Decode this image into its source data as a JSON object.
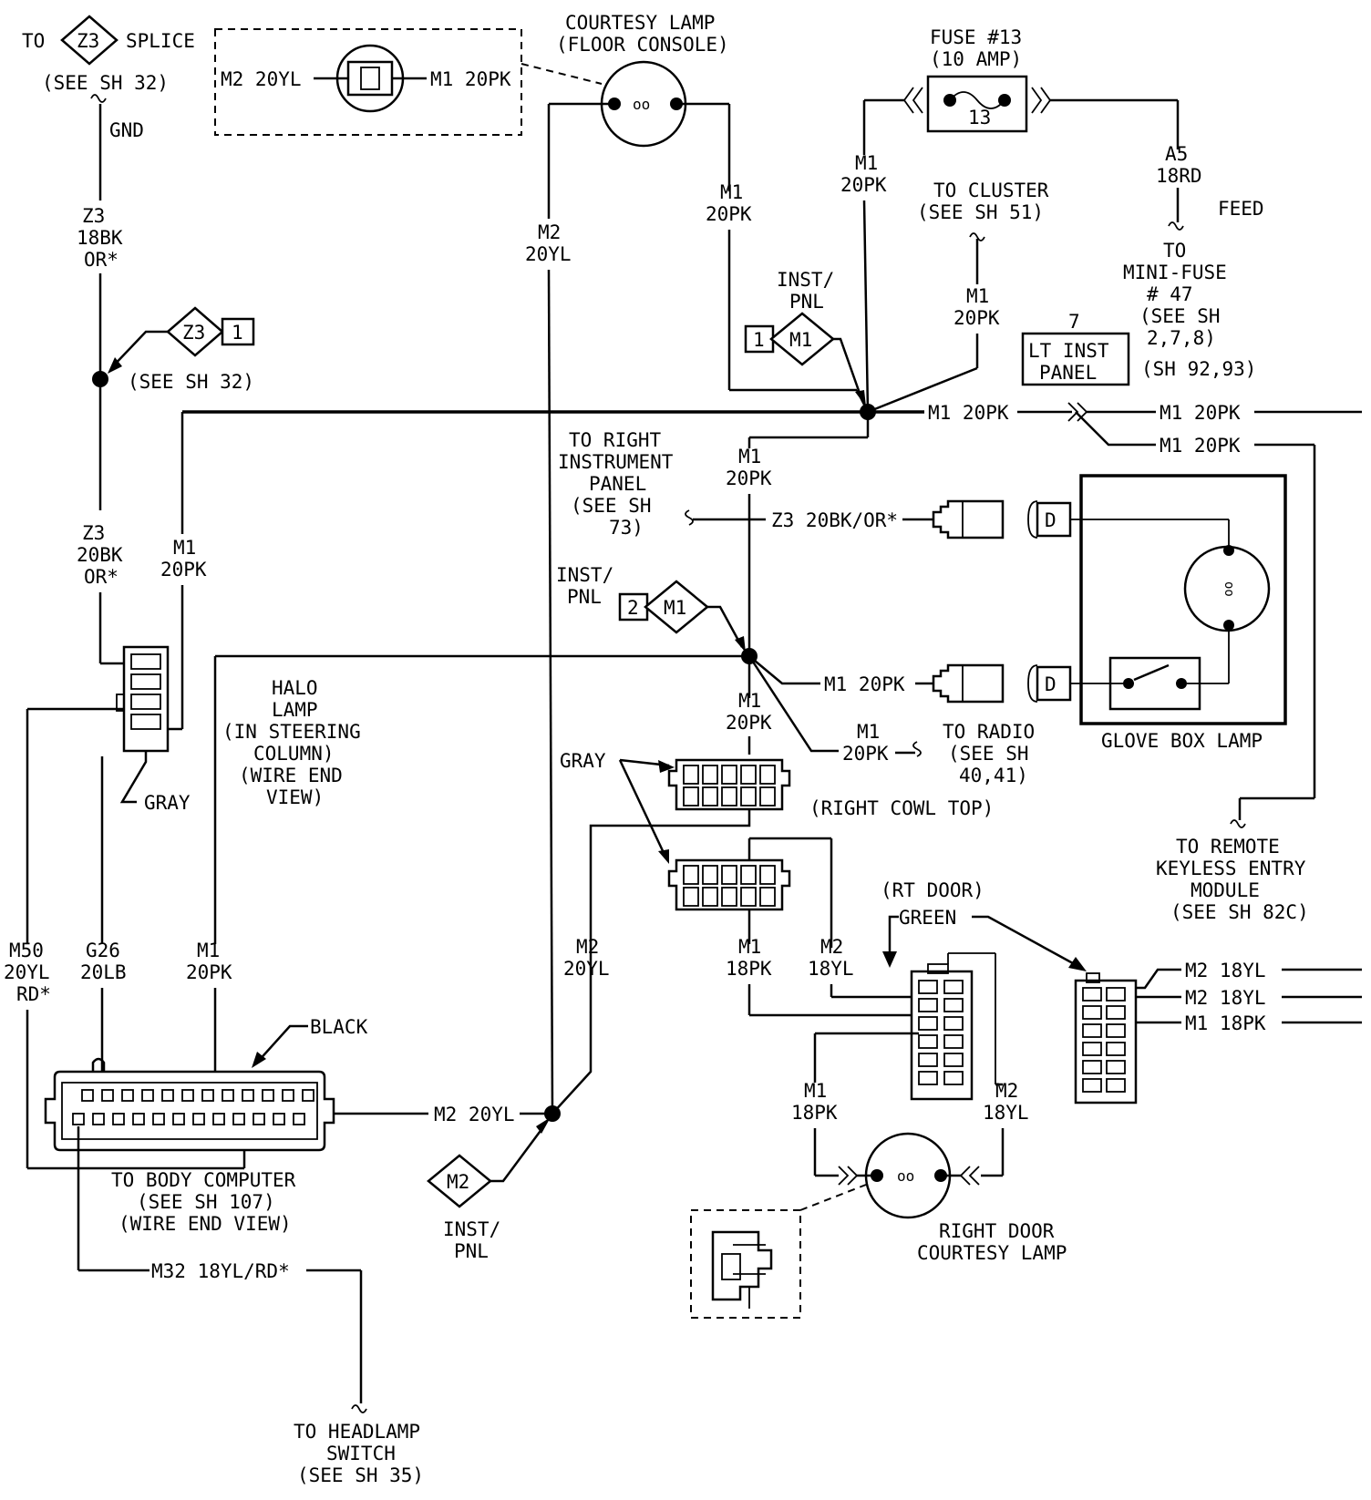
{
  "labels": {
    "to_z3_prefix": "TO",
    "z3_id": "Z3",
    "splice_label": "SPLICE",
    "see_sh32_top": "(SEE SH 32)",
    "gnd": "GND",
    "z3_18bk_1": "Z3",
    "z3_18bk_2": "18BK",
    "z3_18bk_3": "OR*",
    "z3_diamond2": "Z3",
    "z3_box2": "1",
    "see_sh32_mid": "(SEE SH 32)",
    "z3_20bk_1": "Z3",
    "z3_20bk_2": "20BK",
    "z3_20bk_3": "OR*",
    "m1_left_1": "M1",
    "m1_left_2": "20PK",
    "gray_left": "GRAY",
    "halo_1": "HALO",
    "halo_2": "LAMP",
    "halo_3": "(IN STEERING",
    "halo_4": "COLUMN)",
    "halo_5": "(WIRE END",
    "halo_6": "VIEW)",
    "m50_1": "M50",
    "m50_2": "20YL",
    "m50_3": "RD*",
    "g26_1": "G26",
    "g26_2": "20LB",
    "m1_bc_1": "M1",
    "m1_bc_2": "20PK",
    "black": "BLACK",
    "body_comp_1": "TO BODY COMPUTER",
    "body_comp_2": "(SEE SH 107)",
    "body_comp_3": "(WIRE END VIEW)",
    "m32": "M32 18YL/RD*",
    "headlamp_1": "TO HEADLAMP",
    "headlamp_2": "SWITCH",
    "headlamp_3": "(SEE SH 35)",
    "inset_left": "M2 20YL",
    "inset_right": "M1 20PK",
    "courtesy_1": "COURTESY LAMP",
    "courtesy_2": "(FLOOR CONSOLE)",
    "m2_mid_1": "M2",
    "m2_mid_2": "20YL",
    "m1_top_1": "M1",
    "m1_top_2": "20PK",
    "fuse_1": "FUSE #13",
    "fuse_2": "(10 AMP)",
    "fuse_num": "13",
    "m1_fuse_1": "M1",
    "m1_fuse_2": "20PK",
    "cluster_1": "TO CLUSTER",
    "cluster_2": "(SEE SH 51)",
    "m1_cluster_1": "M1",
    "m1_cluster_2": "20PK",
    "a5_1": "A5",
    "a5_2": "18RD",
    "feed": "FEED",
    "minifuse_1": "TO",
    "minifuse_2": "MINI-FUSE",
    "minifuse_3": "# 47",
    "minifuse_4": "(SEE SH",
    "minifuse_5": "2,7,8)",
    "inst_pnl1_1": "INST/",
    "inst_pnl1_2": "PNL",
    "box_1": "1",
    "m1_diamond1": "M1",
    "lt_num": "7",
    "lt_1": "LT INST",
    "lt_2": "PANEL",
    "sh9293": "(SH 92,93)",
    "m1_main": "M1 20PK",
    "m1_right1": "M1 20PK",
    "m1_right2": "M1 20PK",
    "rip_1": "TO RIGHT",
    "rip_2": "INSTRUMENT",
    "rip_3": "PANEL",
    "rip_4": "(SEE SH",
    "rip_5": "73)",
    "m1_vert_1": "M1",
    "m1_vert_2": "20PK",
    "z3_20bkor": "Z3 20BK/OR*",
    "inst_pnl2_1": "INST/",
    "inst_pnl2_2": "PNL",
    "box_2": "2",
    "m1_diamond2": "M1",
    "m1_glove": "M1 20PK",
    "m1_cowl_1": "M1",
    "m1_cowl_2": "20PK",
    "m1_radio_1": "M1",
    "m1_radio_2": "20PK",
    "radio_1": "TO RADIO",
    "radio_2": "(SEE SH",
    "radio_3": "40,41)",
    "d_1": "D",
    "d_2": "D",
    "glove_box": "GLOVE BOX LAMP",
    "gray_mid": "GRAY",
    "rt_cowl": "(RIGHT COWL TOP)",
    "m2_low_1": "M2",
    "m2_low_2": "20YL",
    "m1_18pk_1": "M1",
    "m1_18pk_2": "18PK",
    "m2_18yl_1": "M2",
    "m2_18yl_2": "18YL",
    "rt_door": "(RT DOOR)",
    "green": "GREEN",
    "rke_1": "TO REMOTE",
    "rke_2": "KEYLESS ENTRY",
    "rke_3": "MODULE",
    "rke_4": "(SEE SH 82C)",
    "r_m2a": "M2 18YL",
    "r_m2b": "M2 18YL",
    "r_m1": "M1 18PK",
    "m2_bc": "M2 20YL",
    "m2_diamond": "M2",
    "inst_pnl3_1": "INST/",
    "inst_pnl3_2": "PNL",
    "m1_door_1": "M1",
    "m1_door_2": "18PK",
    "m2_door_1": "M2",
    "m2_door_2": "18YL",
    "rdc_1": "RIGHT DOOR",
    "rdc_2": "COURTESY LAMP",
    "lamp_oo": "oo"
  }
}
